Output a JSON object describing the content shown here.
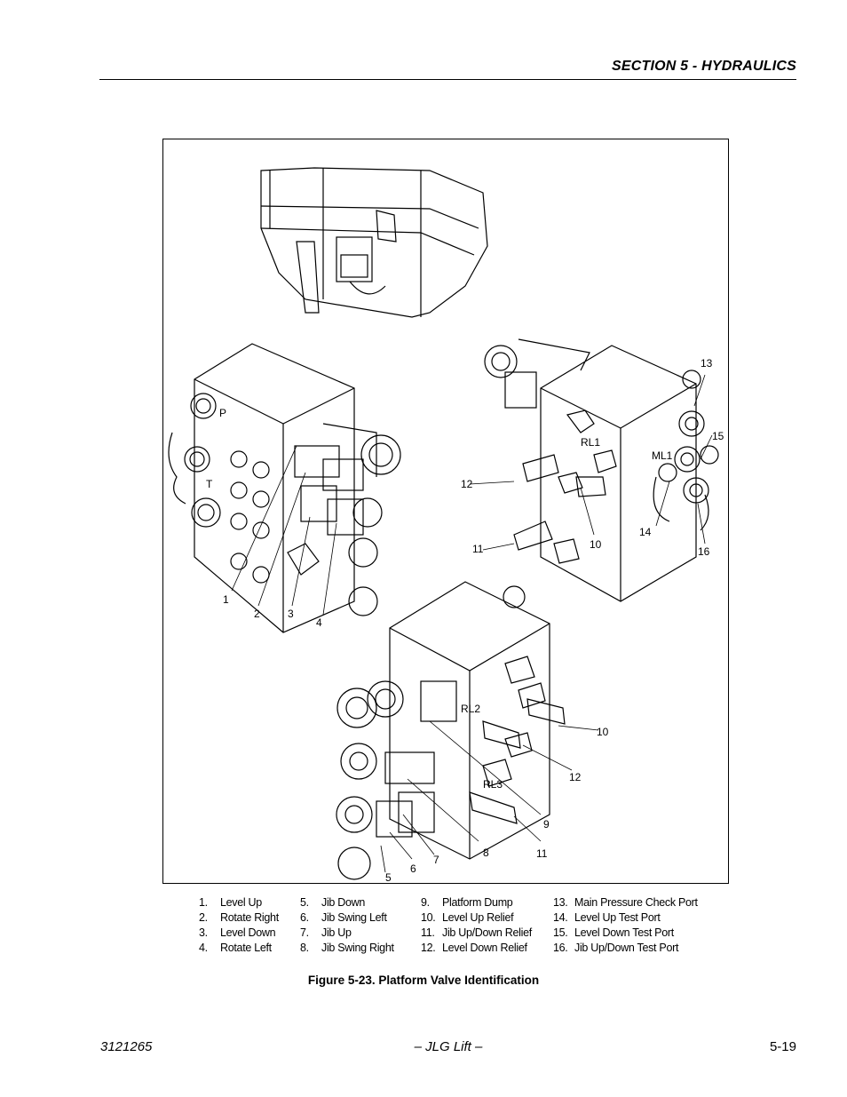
{
  "header": {
    "title": "SECTION 5 - HYDRAULICS"
  },
  "figure": {
    "callouts": {
      "c1": "1",
      "c2": "2",
      "c3": "3",
      "c4": "4",
      "c5": "5",
      "c6": "6",
      "c7": "7",
      "c8": "8",
      "c9": "9",
      "c10a": "10",
      "c10b": "10",
      "c11a": "11",
      "c11b": "11",
      "c12a": "12",
      "c12b": "12",
      "c13": "13",
      "c14": "14",
      "c15": "15",
      "c16": "16"
    },
    "port_labels": {
      "p": "P",
      "t": "T",
      "rl1": "RL1",
      "rl2": "RL2",
      "rl3": "RL3",
      "ml1": "ML1"
    }
  },
  "legend": {
    "col1": [
      {
        "num": "1.",
        "label": "Level Up"
      },
      {
        "num": "2.",
        "label": "Rotate Right"
      },
      {
        "num": "3.",
        "label": "Level Down"
      },
      {
        "num": "4.",
        "label": "Rotate Left"
      }
    ],
    "col2": [
      {
        "num": "5.",
        "label": "Jib Down"
      },
      {
        "num": "6.",
        "label": "Jib Swing Left"
      },
      {
        "num": "7.",
        "label": "Jib Up"
      },
      {
        "num": "8.",
        "label": "Jib Swing Right"
      }
    ],
    "col3": [
      {
        "num": "9.",
        "label": "Platform Dump"
      },
      {
        "num": "10.",
        "label": "Level Up Relief"
      },
      {
        "num": "11.",
        "label": "Jib Up/Down Relief"
      },
      {
        "num": "12.",
        "label": "Level Down Relief"
      }
    ],
    "col4": [
      {
        "num": "13.",
        "label": "Main Pressure Check Port"
      },
      {
        "num": "14.",
        "label": "Level Up Test Port"
      },
      {
        "num": "15.",
        "label": "Level Down Test Port"
      },
      {
        "num": "16.",
        "label": "Jib Up/Down Test Port"
      }
    ]
  },
  "caption": "Figure 5-23.  Platform Valve Identification",
  "footer": {
    "doc_number": "3121265",
    "center": "– JLG Lift –",
    "page": "5-19"
  }
}
